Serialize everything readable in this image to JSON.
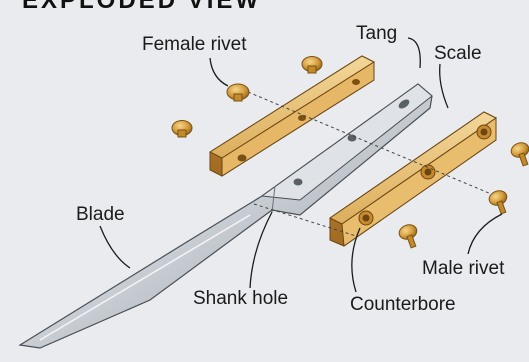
{
  "figure": {
    "title": "EXPLODED VIEW",
    "labels": {
      "female_rivet": "Female rivet",
      "tang": "Tang",
      "scale": "Scale",
      "blade": "Blade",
      "shank_hole": "Shank hole",
      "counterbore": "Counterbore",
      "male_rivet": "Male rivet"
    }
  }
}
